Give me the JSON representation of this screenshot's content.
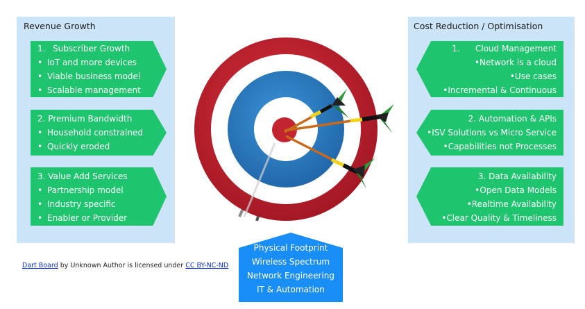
{
  "left_panel": {
    "title": "Revenue Growth",
    "groups": [
      {
        "lines": [
          {
            "bullet": "1.",
            "text": "Subscriber Growth"
          },
          {
            "bullet": "•",
            "text": "IoT and more devices"
          },
          {
            "bullet": "•",
            "text": "Viable business model"
          },
          {
            "bullet": "•",
            "text": "Scalable management"
          }
        ]
      },
      {
        "lines": [
          {
            "bullet": "",
            "text": "2. Premium Bandwidth"
          },
          {
            "bullet": "•",
            "text": "Household constrained"
          },
          {
            "bullet": "•",
            "text": "Quickly eroded"
          }
        ]
      },
      {
        "lines": [
          {
            "bullet": "",
            "text": "3. Value Add Services"
          },
          {
            "bullet": "•",
            "text": "Partnership model"
          },
          {
            "bullet": "•",
            "text": "Industry specific"
          },
          {
            "bullet": "•",
            "text": "Enabler or Provider"
          }
        ]
      }
    ]
  },
  "right_panel": {
    "title": "Cost Reduction / Optimisation",
    "groups": [
      {
        "lines": [
          {
            "bullet": "1.",
            "text": "Cloud Management"
          },
          {
            "bullet": "•",
            "text": "Network is a cloud"
          },
          {
            "bullet": "•",
            "text": "Use cases"
          },
          {
            "bullet": "•",
            "text": "Incremental & Continuous"
          }
        ]
      },
      {
        "lines": [
          {
            "bullet": "",
            "text": "2. Automation & APIs"
          },
          {
            "bullet": "•",
            "text": "ISV Solutions vs Micro Service"
          },
          {
            "bullet": "•",
            "text": "Capabilities not Processes"
          }
        ]
      },
      {
        "lines": [
          {
            "bullet": "",
            "text": "3. Data Availability"
          },
          {
            "bullet": "•",
            "text": "Open Data Models"
          },
          {
            "bullet": "•",
            "text": "Realtime Availability"
          },
          {
            "bullet": "•",
            "text": "Clear Quality & Timeliness"
          }
        ]
      }
    ]
  },
  "bottom_box": {
    "lines": [
      "Physical Footprint",
      "Wireless Spectrum",
      "Network Engineering",
      "IT & Automation"
    ]
  },
  "credit": {
    "link1": "Dart Board",
    "middle": " by Unknown Author is licensed under ",
    "link2": "CC BY-NC-ND"
  },
  "colors": {
    "panel": "#cce4f7",
    "green": "#1ec46e",
    "blue_box": "#1a8ef7",
    "ring_red": "#b8202e",
    "ring_blue": "#2b7fc4"
  }
}
